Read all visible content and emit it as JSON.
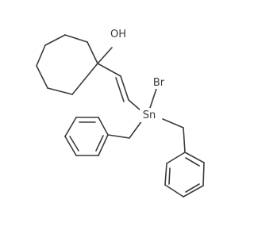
{
  "structure": {
    "atoms": {
      "hydroxyl": "OH",
      "bromine": "Br",
      "tin": "Sn"
    },
    "rings": [
      "cycloheptane",
      "benzene",
      "benzene"
    ],
    "colors": {
      "bond": "#3a3a3a",
      "background": "#ffffff"
    }
  }
}
